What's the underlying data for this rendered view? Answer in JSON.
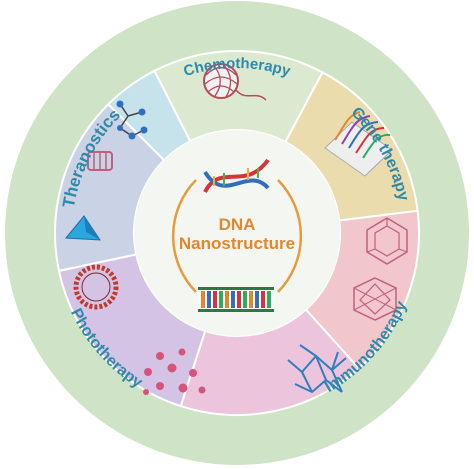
{
  "center": {
    "title_line1": "DNA",
    "title_line2": "Nanostructure"
  },
  "ring_labels": {
    "chemotherapy": "Chemotherapy",
    "gene_therapy": "Gene therapy",
    "immunotherapy": "Immunotherapy",
    "phototherapy": "Phototherapy",
    "theranostics": "Theranostics"
  },
  "colors": {
    "outer_ring": "#cfe3c6",
    "ring_text": "#2f8aa9",
    "center_fill": "#f4f7f1",
    "center_text": "#e5862d",
    "bracket": "#e89a3c",
    "segment_chemotherapy": "#dce9d1",
    "segment_gene_therapy": "#ebdcae",
    "segment_immunotherapy_upper": "#f1c7cb",
    "segment_immunotherapy_lower": "#ecc5dc",
    "segment_phototherapy": "#d5c3e6",
    "segment_theranostics_lower": "#cad2e6",
    "segment_theranostics_upper": "#c6e2ea"
  },
  "icons": [
    "dna-double-helix-icon",
    "dna-base-pair-strip-icon",
    "dna-origami-ball-icon",
    "dna-chip-array-icon",
    "polyhedral-cage-icon",
    "tetrahedron-icon",
    "dna-ring-icon",
    "nanoparticle-cluster-icon",
    "dna-network-icon",
    "dna-tube-icon"
  ]
}
